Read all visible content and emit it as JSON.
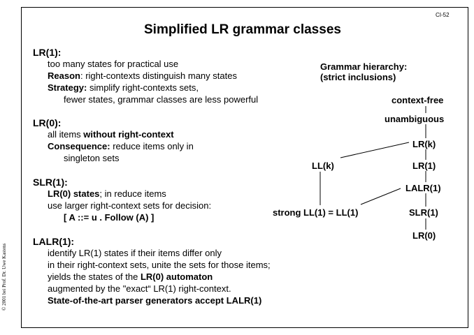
{
  "page_number": "CI-52",
  "title": "Simplified LR grammar classes",
  "copyright": "© 2001 bei Prof. Dr. Uwe Kastens",
  "lr1": {
    "heading": "LR(1):",
    "line1": "too many states for practical use",
    "reason_label": "Reason",
    "reason_text": ": right-contexts distinguish many states",
    "strategy_label": "Strategy:",
    "strategy_text": " simplify right-contexts sets,",
    "strategy_cont": "fewer states, grammar classes are less powerful"
  },
  "lr0": {
    "heading": "LR(0):",
    "line1_a": "all items ",
    "line1_b": "without right-context",
    "consequence_label": "Consequence:",
    "consequence_text": " reduce items only in",
    "consequence_cont": "singleton sets"
  },
  "slr1": {
    "heading": "SLR(1):",
    "line1_a": "LR(0) states",
    "line1_b": "; in reduce items",
    "line2": "use larger right-context sets for decision:",
    "formula": "[ A ::= u .  Follow (A) ]"
  },
  "lalr1": {
    "heading": "LALR(1):",
    "line1": "identify LR(1) states if their items differ only",
    "line2": "in their right-context sets, unite the sets for those items;",
    "line3_a": "yields the states of the ",
    "line3_b": "LR(0) automaton",
    "line4": "augmented by the \"exact“ LR(1) right-context.",
    "line5": "State-of-the-art parser generators accept LALR(1)"
  },
  "hierarchy": {
    "title_line1": "Grammar hierarchy:",
    "title_line2": "(strict inclusions)",
    "context_free": "context-free",
    "unambiguous": "unambiguous",
    "lrk": "LR(k)",
    "llk": "LL(k)",
    "lr1": "LR(1)",
    "lalr1": "LALR(1)",
    "strong_ll1": "strong LL(1) = LL(1)",
    "slr1": "SLR(1)",
    "lr0": "LR(0)"
  }
}
